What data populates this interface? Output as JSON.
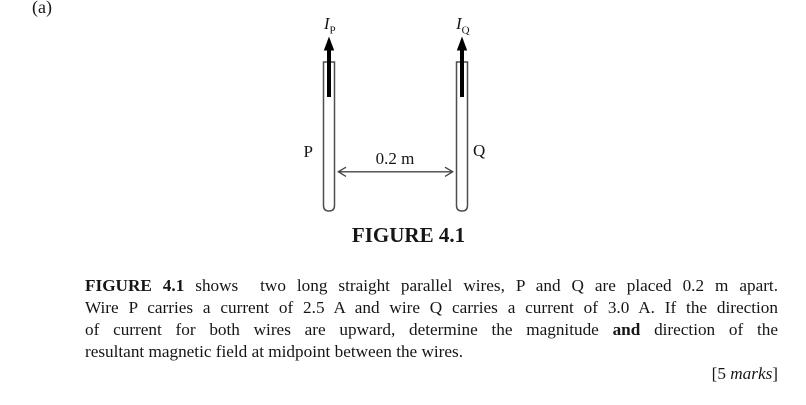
{
  "page": {
    "part_label": "(a)"
  },
  "figure": {
    "caption": "FIGURE 4.1",
    "wire_p": {
      "label": "P",
      "current_symbol": "I",
      "current_subscript": "P"
    },
    "wire_q": {
      "label": "Q",
      "current_symbol": "I",
      "current_subscript": "Q"
    },
    "distance_label": "0.2 m"
  },
  "problem": {
    "line1_bold": "FIGURE 4.1",
    "line1_rest": " shows  two long straight parallel wires, P and Q are placed 0.2 m apart.",
    "line2": "Wire P carries a current of 2.5 A and wire Q carries a current of 3.0 A. If the direction",
    "line3_pre": "of current for both wires are upward, determine the magnitude ",
    "line3_bold": "and",
    "line3_post": " direction of the",
    "line4": "resultant magnetic field at midpoint between the wires.",
    "marks_open": "[5 ",
    "marks_italic": "marks",
    "marks_close": "]"
  },
  "colors": {
    "ink": "#161616",
    "wire_outline": "#4d4d4d",
    "current_arrow": "#000000",
    "distance_arrow": "#444444"
  }
}
